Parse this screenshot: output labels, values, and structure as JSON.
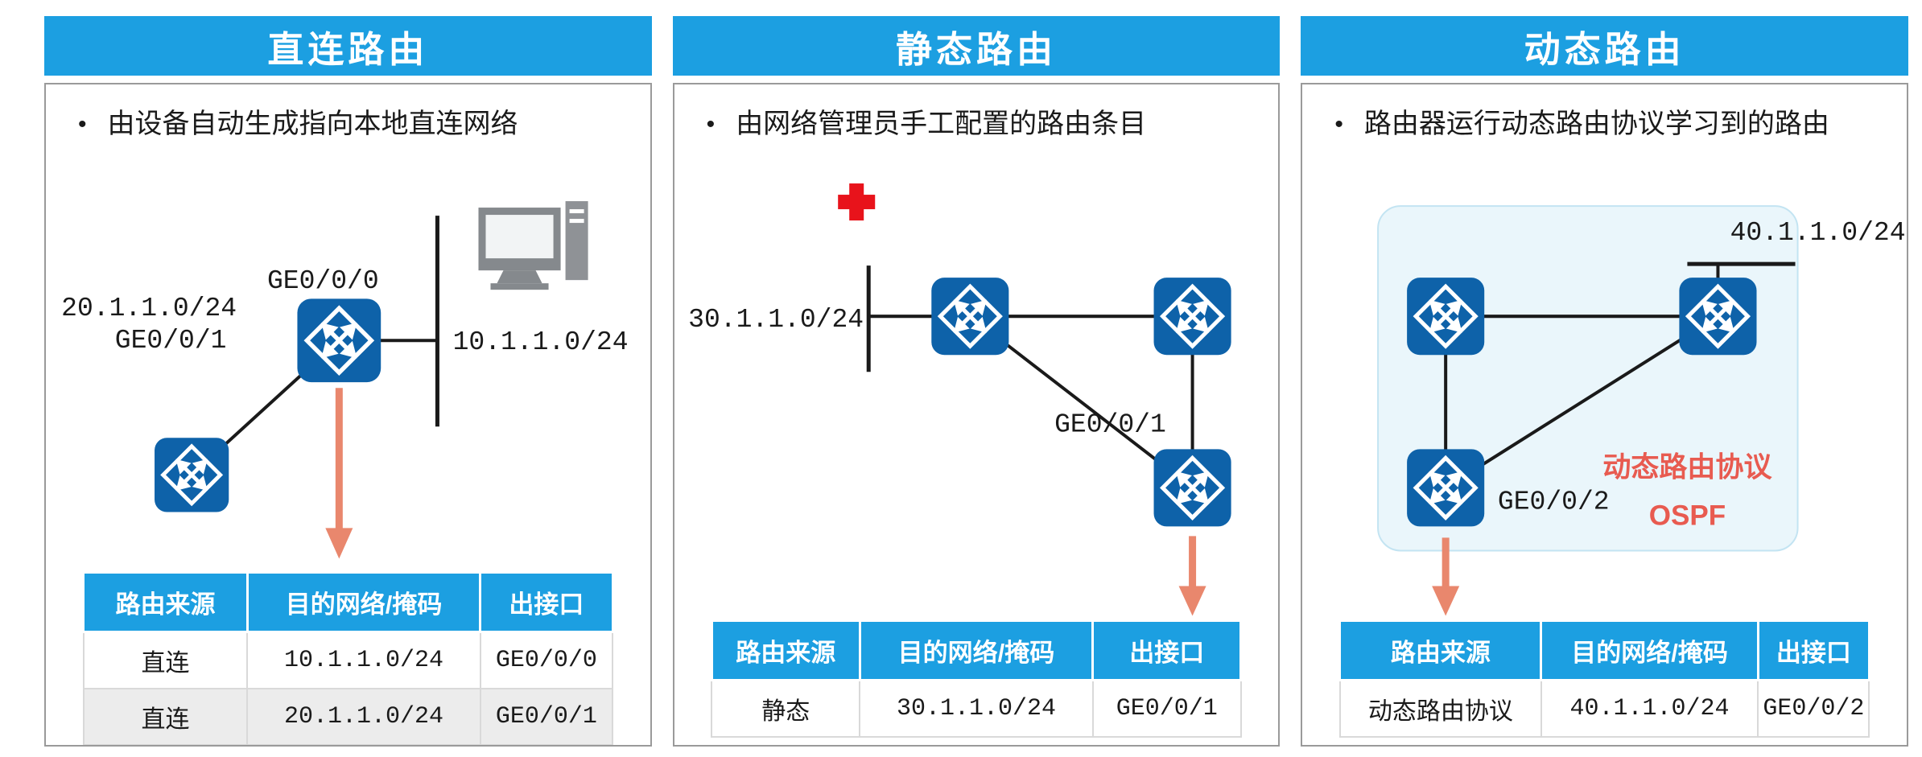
{
  "bullet_marker": "•",
  "colors": {
    "header_blue": "#1C9FE1",
    "router_blue": "#0E62A9",
    "arrow_salmon": "#E9876D",
    "cross_red": "#E8131B",
    "protocol_red": "#E85B50"
  },
  "panels": [
    {
      "title": "直连路由",
      "bullet": "由设备自动生成指向本地直连网络",
      "diagram": {
        "if_top": "GE0/0/0",
        "net_left": "20.1.1.0/24",
        "if_left": "GE0/0/1",
        "net_right": "10.1.1.0/24"
      },
      "table": {
        "headers": [
          "路由来源",
          "目的网络/掩码",
          "出接口"
        ],
        "rows": [
          [
            "直连",
            "10.1.1.0/24",
            "GE0/0/0"
          ],
          [
            "直连",
            "20.1.1.0/24",
            "GE0/0/1"
          ]
        ]
      }
    },
    {
      "title": "静态路由",
      "bullet": "由网络管理员手工配置的路由条目",
      "diagram": {
        "net_left": "30.1.1.0/24",
        "if_right": "GE0/0/1"
      },
      "table": {
        "headers": [
          "路由来源",
          "目的网络/掩码",
          "出接口"
        ],
        "rows": [
          [
            "静态",
            "30.1.1.0/24",
            "GE0/0/1"
          ]
        ]
      }
    },
    {
      "title": "动态路由",
      "bullet": "路由器运行动态路由协议学习到的路由",
      "diagram": {
        "net_top": "40.1.1.0/24",
        "if_bottom": "GE0/0/2",
        "protocol": "动态路由协议",
        "protocol_name": "OSPF"
      },
      "table": {
        "headers": [
          "路由来源",
          "目的网络/掩码",
          "出接口"
        ],
        "rows": [
          [
            "动态路由协议",
            "40.1.1.0/24",
            "GE0/0/2"
          ]
        ]
      }
    }
  ]
}
